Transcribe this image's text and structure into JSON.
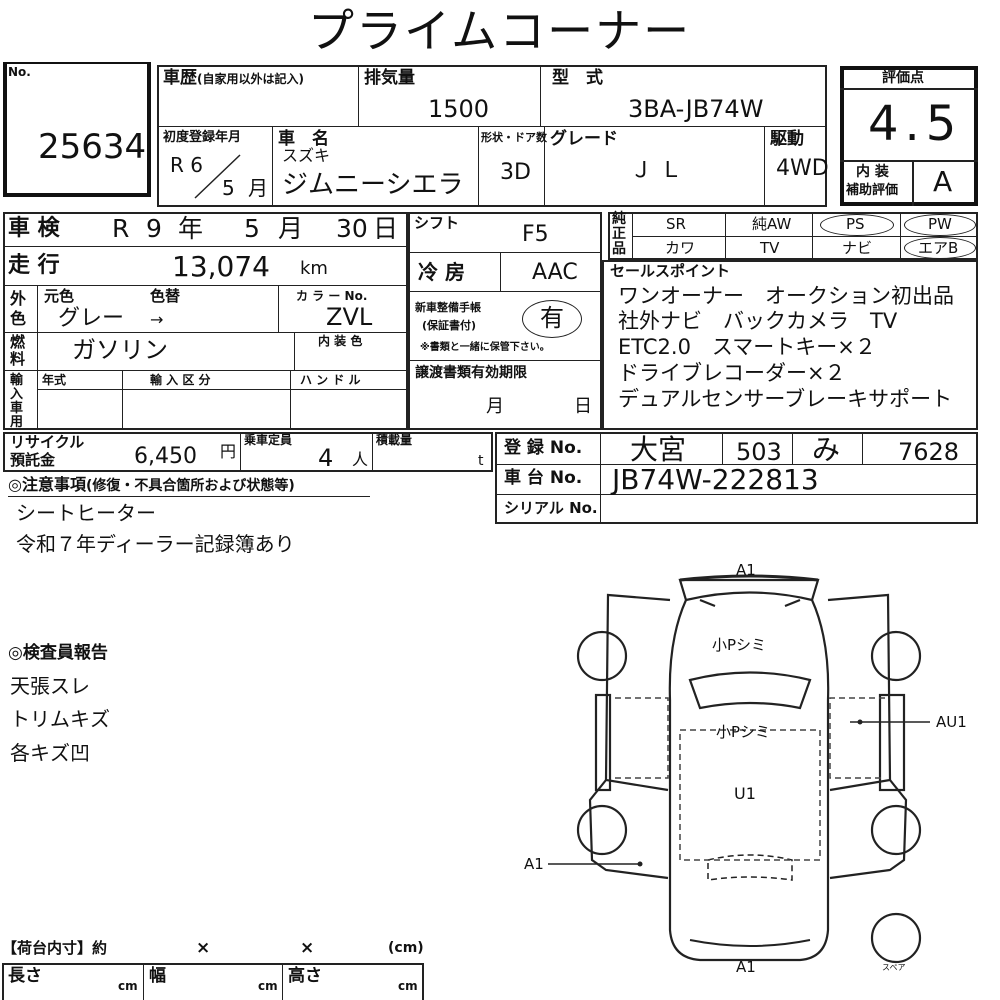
{
  "title": "プライムコーナー",
  "lot": {
    "label": "No.",
    "number": "25634"
  },
  "history": {
    "label": "車歴",
    "sub": "(自家用以外は記入)"
  },
  "displacement": {
    "label": "排気量",
    "value": "1500"
  },
  "model": {
    "label": "型　式",
    "value": "3BA-JB74W"
  },
  "score": {
    "label": "評価点",
    "value": "4.5",
    "interior_label_1": "内 装",
    "interior_label_2": "補助評価",
    "interior_value": "A"
  },
  "first_reg": {
    "label": "初度登録年月",
    "era_year": "R 6",
    "month": "5",
    "month_unit": "月"
  },
  "car_name": {
    "label": "車　名",
    "maker": "スズキ",
    "name": "ジムニーシエラ"
  },
  "doors": {
    "label": "形状・ドア数",
    "value": "3D"
  },
  "grade": {
    "label": "グレード",
    "value": "ＪＬ"
  },
  "drive": {
    "label": "駆動",
    "value": "4WD"
  },
  "inspection": {
    "label": "車 検",
    "era": "R",
    "year": "9",
    "year_unit": "年",
    "month": "5",
    "month_unit": "月",
    "day": "30",
    "day_unit": "日"
  },
  "shift": {
    "label": "シフト",
    "value": "F5"
  },
  "equipment": {
    "side_label": "純正品",
    "items": [
      "SR",
      "純AW",
      "PS",
      "PW",
      "カワ",
      "TV",
      "ナビ",
      "エアB"
    ]
  },
  "mileage": {
    "label": "走 行",
    "value": "13,074",
    "unit": "km"
  },
  "ac": {
    "label": "冷 房",
    "value": "AAC"
  },
  "color": {
    "side_label": "外色",
    "original_label": "元色",
    "changed_label": "色替",
    "original": "グレー",
    "changed": "→",
    "code_label": "カ ラ ー No.",
    "code": "ZVL"
  },
  "warranty": {
    "label_1": "新車整備手帳",
    "label_2": "(保証書付)",
    "value": "有",
    "note": "※書類と一緒に保管下さい。"
  },
  "fuel": {
    "side_label": "燃料",
    "value": "ガソリン",
    "interior_color_label": "内 装 色"
  },
  "import": {
    "side_label": "輸入車用",
    "year_label": "年式",
    "type_label": "輸 入 区 分",
    "handle_label": "ハ ン ド ル"
  },
  "transfer": {
    "label": "譲渡書類有効期限",
    "month_unit": "月",
    "day_unit": "日"
  },
  "sales_points": {
    "label": "セールスポイント",
    "lines": [
      "ワンオーナー　オークション初出品",
      "社外ナビ　バックカメラ　TV",
      "ETC2.0　スマートキー×２",
      "ドライブレコーダー×２",
      "デュアルセンサーブレーキサポート"
    ]
  },
  "recycle": {
    "label_1": "リサイクル",
    "label_2": "預託金",
    "value": "6,450",
    "unit": "円"
  },
  "capacity": {
    "label": "乗車定員",
    "value": "4",
    "unit": "人"
  },
  "load": {
    "label": "積載量",
    "unit": "t"
  },
  "registration": {
    "label": "登 録 No.",
    "office": "大宮",
    "class": "503",
    "kana": "み",
    "number": "7628"
  },
  "chassis": {
    "label": "車 台 No.",
    "value": "JB74W-222813"
  },
  "serial": {
    "label": "シリアル No."
  },
  "notes": {
    "label": "◎注意事項",
    "sub": "(修復・不具合箇所および状態等)",
    "lines": [
      "シートヒーター",
      "令和７年ディーラー記録簿あり"
    ]
  },
  "inspector": {
    "label": "◎検査員報告",
    "lines": [
      "天張スレ",
      "トリムキズ",
      "各キズ凹"
    ]
  },
  "diagram": {
    "top": "A1",
    "bottom": "A1",
    "hood": "小Pシミ",
    "roof": "小Pシミ",
    "body": "U1",
    "right": "AU1",
    "left": "A1",
    "spare": "スペア"
  },
  "cargo": {
    "label": "【荷台内寸】約",
    "x1": "×",
    "x2": "×",
    "unit": "(cm)",
    "length_label": "長さ",
    "width_label": "幅",
    "height_label": "高さ",
    "cm": "cm"
  }
}
